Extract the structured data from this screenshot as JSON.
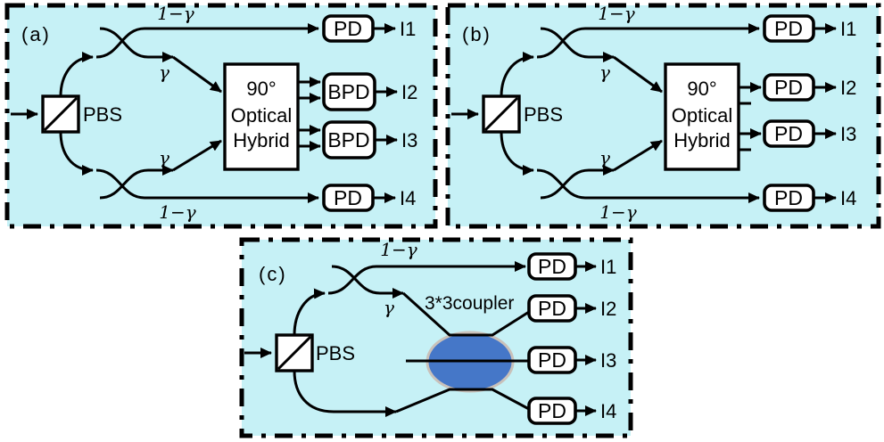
{
  "colors": {
    "panel_fill": "#c6f1f6",
    "diagram_stroke": "#000000",
    "box_fill": "#ffffff",
    "coupler33_fill": "#4577c8",
    "coupler33_stroke": "#c9c1ba"
  },
  "panel_a": {
    "label": "(a)",
    "pbs": "PBS",
    "top_split": {
      "through": "1−γ",
      "cross": "γ"
    },
    "bottom_split": {
      "through": "1−γ",
      "cross": "γ"
    },
    "hybrid": {
      "l1": "90°",
      "l2": "Optical",
      "l3": "Hybrid"
    },
    "det1": "PD",
    "det2": "BPD",
    "det3": "BPD",
    "det4": "PD",
    "out1": "I1",
    "out2": "I2",
    "out3": "I3",
    "out4": "I4"
  },
  "panel_b": {
    "label": "(b)",
    "pbs": "PBS",
    "top_split": {
      "through": "1−γ",
      "cross": "γ"
    },
    "bottom_split": {
      "through": "1−γ",
      "cross": "γ"
    },
    "hybrid": {
      "l1": "90°",
      "l2": "Optical",
      "l3": "Hybrid"
    },
    "det1": "PD",
    "det2": "PD",
    "det3": "PD",
    "det4": "PD",
    "out1": "I1",
    "out2": "I2",
    "out3": "I3",
    "out4": "I4"
  },
  "panel_c": {
    "label": "(c)",
    "pbs": "PBS",
    "split": {
      "through": "1−γ",
      "cross": "γ"
    },
    "coupler_label": "3*3coupler",
    "det1": "PD",
    "det2": "PD",
    "det3": "PD",
    "det4": "PD",
    "out1": "I1",
    "out2": "I2",
    "out3": "I3",
    "out4": "I4"
  }
}
